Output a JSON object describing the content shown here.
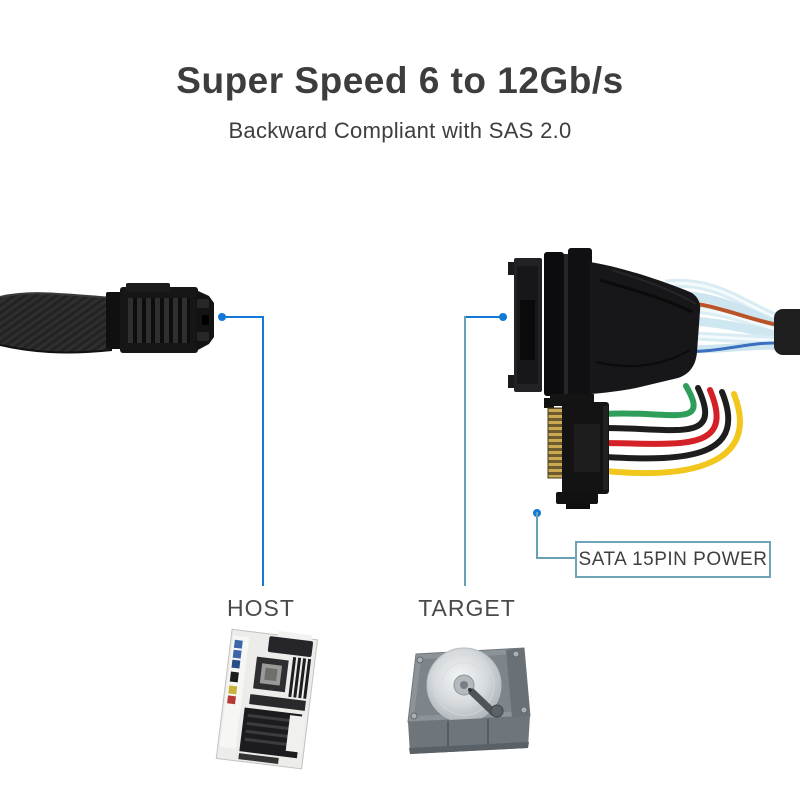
{
  "header": {
    "title": "Super Speed 6 to 12Gb/s",
    "subtitle": "Backward Compliant with SAS 2.0"
  },
  "callouts": {
    "host": {
      "label": "HOST"
    },
    "target": {
      "label": "TARGET"
    },
    "sata_power": {
      "label": "SATA 15PIN POWER"
    }
  },
  "graphics": {
    "left_connector": "mini-sas-cable-connector-photo",
    "right_connector": "u2-sff-8639-connector-photo",
    "power_connector": "sata-15pin-power-connector-photo",
    "host_device": "motherboard-photo",
    "target_device": "hard-drive-photo"
  },
  "colors": {
    "background": "#ffffff",
    "heading_text": "#3d3d3d",
    "label_text": "#4a4a4a",
    "callout_line_blue": "#1279d8",
    "callout_line_teal": "#69a0b2",
    "label_box_border": "#6fa3b7",
    "ribbon_cable": "#d9ecf3",
    "wire_orange": "#b85427",
    "wire_blue": "#3b6fc0",
    "wire_green": "#2f9e5b",
    "wire_red": "#d42027",
    "wire_yellow": "#f2c71d",
    "wire_black": "#1d1d1d"
  }
}
